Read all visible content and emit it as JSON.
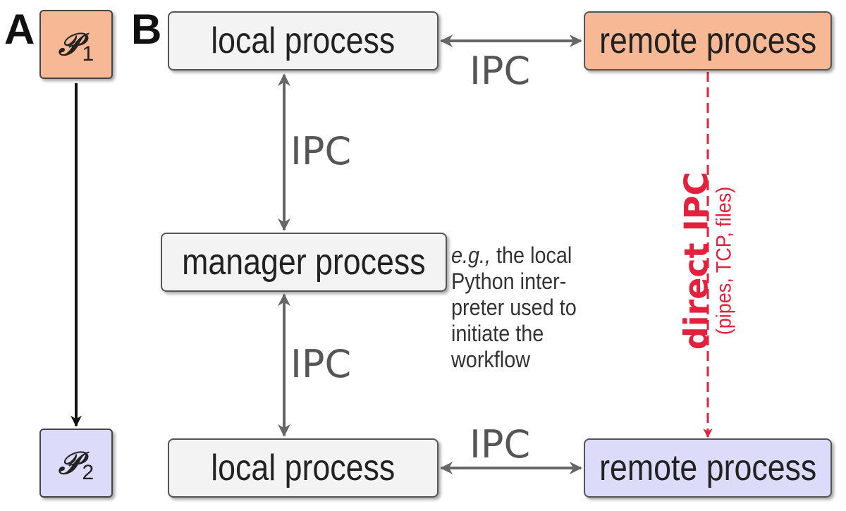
{
  "panels": {
    "a": "A",
    "b": "B"
  },
  "panel_a": {
    "p1": {
      "symbol": "𝒫",
      "subscript": "1"
    },
    "p2": {
      "symbol": "𝒫",
      "subscript": "2"
    }
  },
  "boxes": {
    "local_top": "local process",
    "remote_top": "remote process",
    "manager": "manager process",
    "local_bottom": "local process",
    "remote_bottom": "remote process"
  },
  "edges": {
    "top_horizontal": "IPC",
    "upper_vertical": "IPC",
    "lower_vertical": "IPC",
    "bottom_horizontal": "IPC"
  },
  "direct": {
    "title": "direct IPC",
    "detail": "(pipes, TCP, files)"
  },
  "note": {
    "emph": "e.g.,",
    "line1_rest": " the local",
    "line2": "Python inter-",
    "line3": "preter used to",
    "line4": "initiate the",
    "line5": "workflow"
  },
  "colors": {
    "orange_box": "#f7b896",
    "blue_box": "#dcdcfa",
    "gray_box": "#f3f3f3",
    "arrow_gray": "#666666",
    "direct_red": "#e3213d",
    "arrow_black": "#111111"
  }
}
